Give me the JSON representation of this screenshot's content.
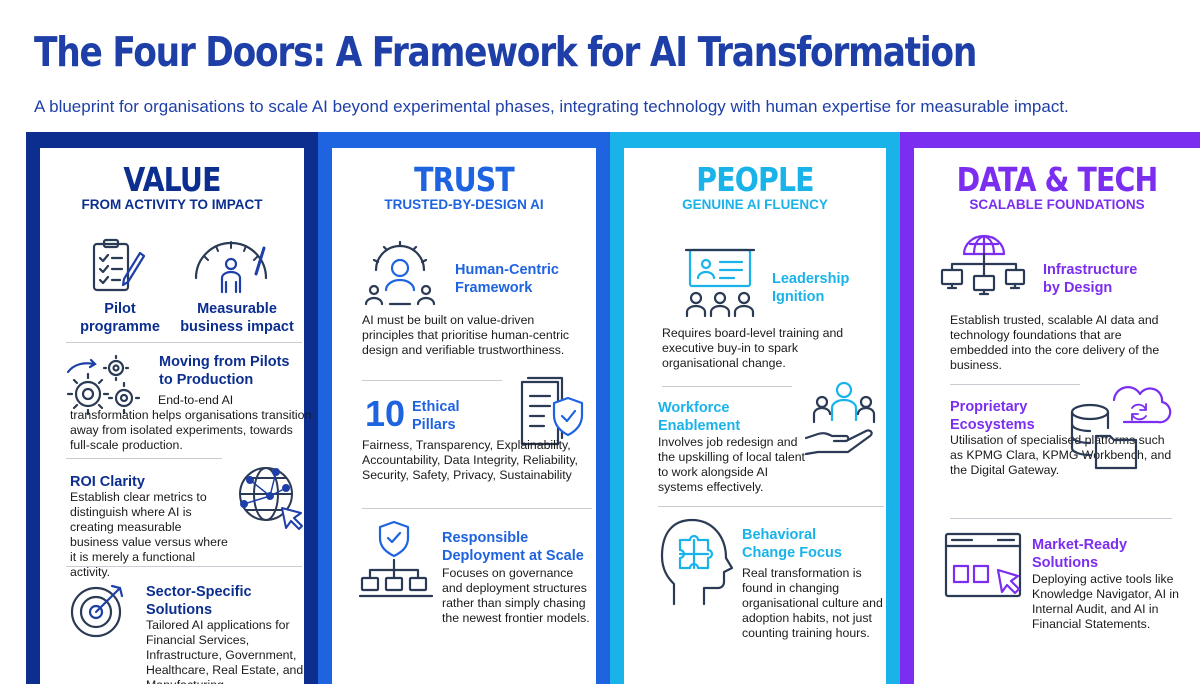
{
  "header": {
    "title": "The Four Doors: A Framework for AI Transformation",
    "subtitle": "A blueprint for organisations to scale AI beyond experimental phases, integrating technology with human expertise for measurable impact."
  },
  "colors": {
    "value": "#0b2e8f",
    "trust": "#1e63e0",
    "people": "#19b3ea",
    "data_tech": "#7c2ef0"
  },
  "value": {
    "title": "VALUE",
    "subtitle": "FROM ACTIVITY TO IMPACT",
    "icon_label_1": "Pilot\nprogramme",
    "icon_label_2": "Measurable\nbusiness impact",
    "s1_title": "Moving from Pilots\nto Production",
    "s1_text": "End-to-end AI transformation helps organisations transition away from isolated experiments, towards full-scale production.",
    "s2_title": "ROI Clarity",
    "s2_text": "Establish clear metrics to distinguish where AI is creating measurable business value versus where it is merely a functional activity.",
    "s3_title": "Sector-Specific\nSolutions",
    "s3_text": "Tailored AI applications for Financial Services, Infrastructure, Government, Healthcare, Real Estate, and Manufacturing."
  },
  "trust": {
    "title": "TRUST",
    "subtitle": "TRUSTED-BY-DESIGN AI",
    "s1_title": "Human-Centric\nFramework",
    "s1_text": "AI must be built on value-driven principles that prioritise human-centric design and verifiable trustworthiness.",
    "s2_number": "10",
    "s2_title": "Ethical\nPillars",
    "s2_text": "Fairness, Transparency, Explainability, Accountability, Data Integrity, Reliability, Security, Safety, Privacy, Sustainability",
    "s3_title": "Responsible\nDeployment at Scale",
    "s3_text": "Focuses on governance and deployment structures rather than simply chasing the newest frontier models."
  },
  "people": {
    "title": "PEOPLE",
    "subtitle": "GENUINE AI FLUENCY",
    "s1_title": "Leadership\nIgnition",
    "s1_text": "Requires board-level training and executive buy-in to spark organisational change.",
    "s2_title": "Workforce\nEnablement",
    "s2_text": "Involves job redesign and the upskilling of local talent to work alongside AI systems effectively.",
    "s3_title": "Behavioral\nChange Focus",
    "s3_text": "Real transformation is found in changing organisational culture and adoption habits, not just counting training hours."
  },
  "data_tech": {
    "title": "DATA & TECH",
    "subtitle": "SCALABLE FOUNDATIONS",
    "s1_title": "Infrastructure\nby Design",
    "s1_text": "Establish trusted, scalable AI data and technology foundations that are embedded into the core delivery of the business.",
    "s2_title": "Proprietary\nEcosystems",
    "s2_text": "Utilisation of specialised platforms such as KPMG Clara, KPMG Workbench, and the Digital Gateway.",
    "s3_title": "Market-Ready\nSolutions",
    "s3_text": "Deploying active tools like Knowledge Navigator, AI in Internal Audit, and AI in Financial Statements."
  }
}
